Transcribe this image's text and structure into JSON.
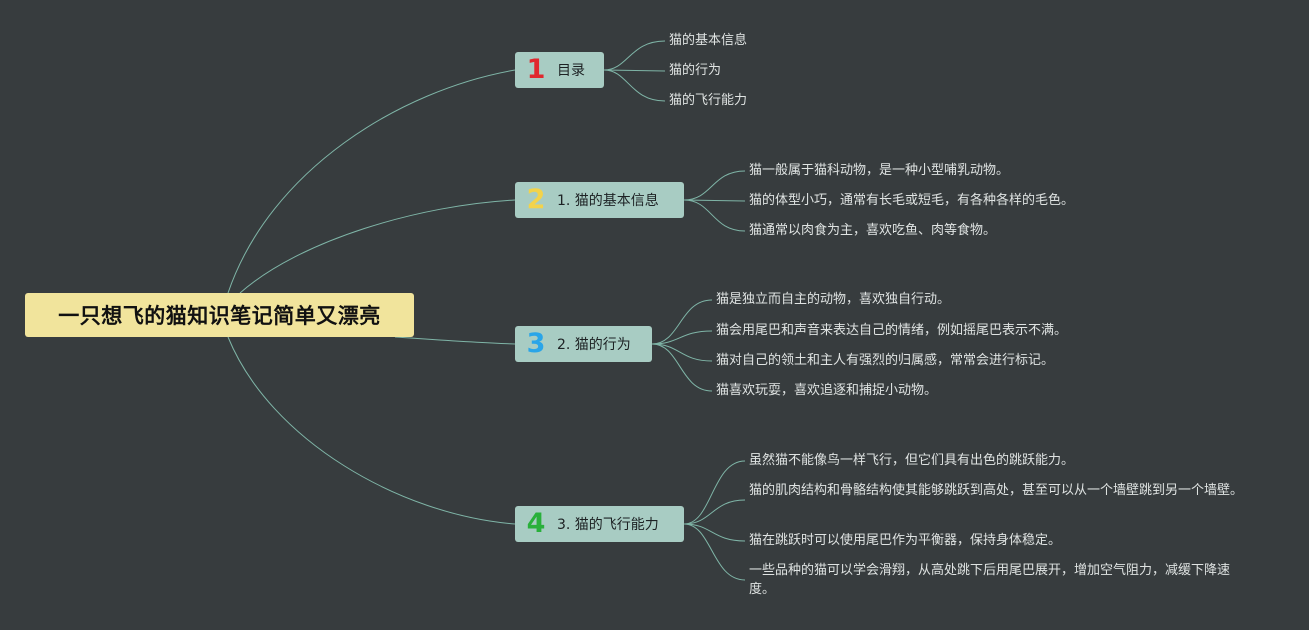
{
  "colors": {
    "background": "#373c3e",
    "connector": "#7fb5a7",
    "root_fill": "#f1e49c",
    "branch_fill": "#a8ccc3",
    "num1": "#e0282e",
    "num2": "#f3d34a",
    "num3": "#2aa5e8",
    "num4": "#29b03b"
  },
  "root": {
    "title": "一只想飞的猫知识笔记简单又漂亮"
  },
  "branches": [
    {
      "num": "1",
      "label": "目录",
      "leaves": [
        "猫的基本信息",
        "猫的行为",
        "猫的飞行能力"
      ]
    },
    {
      "num": "2",
      "label": "1. 猫的基本信息",
      "leaves": [
        "猫一般属于猫科动物，是一种小型哺乳动物。",
        "猫的体型小巧，通常有长毛或短毛，有各种各样的毛色。",
        "猫通常以肉食为主，喜欢吃鱼、肉等食物。"
      ]
    },
    {
      "num": "3",
      "label": "2. 猫的行为",
      "leaves": [
        "猫是独立而自主的动物，喜欢独自行动。",
        "猫会用尾巴和声音来表达自己的情绪，例如摇尾巴表示不满。",
        "猫对自己的领土和主人有强烈的归属感，常常会进行标记。",
        "猫喜欢玩耍，喜欢追逐和捕捉小动物。"
      ]
    },
    {
      "num": "4",
      "label": "3. 猫的飞行能力",
      "leaves": [
        "虽然猫不能像鸟一样飞行，但它们具有出色的跳跃能力。",
        "猫的肌肉结构和骨骼结构使其能够跳跃到高处，甚至可以从一个墙壁跳到另一个墙壁。",
        "猫在跳跃时可以使用尾巴作为平衡器，保持身体稳定。",
        "一些品种的猫可以学会滑翔，从高处跳下后用尾巴展开，增加空气阻力，减缓下降速度。"
      ]
    }
  ]
}
